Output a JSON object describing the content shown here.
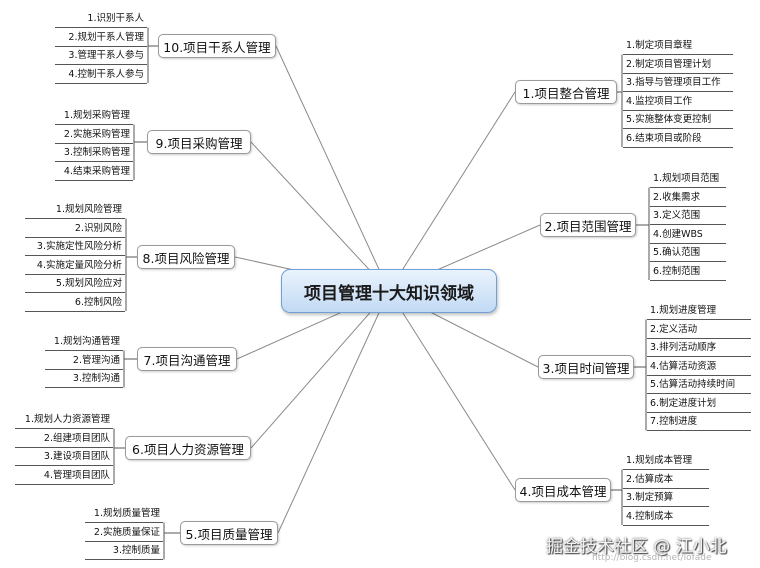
{
  "center_title": "项目管理十大知识领域",
  "areas": [
    {
      "title": "1.项目整合管理",
      "items": [
        "1.制定项目章程",
        "2.制定项目管理计划",
        "3.指导与管理项目工作",
        "4.监控项目工作",
        "5.实施整体变更控制",
        "6.结束项目或阶段"
      ]
    },
    {
      "title": "2.项目范围管理",
      "items": [
        "1.规划项目范围",
        "2.收集需求",
        "3.定义范围",
        "4.创建WBS",
        "5.确认范围",
        "6.控制范围"
      ]
    },
    {
      "title": "3.项目时间管理",
      "items": [
        "1.规划进度管理",
        "2.定义活动",
        "3.排列活动顺序",
        "4.估算活动资源",
        "5.估算活动持续时间",
        "6.制定进度计划",
        "7.控制进度"
      ]
    },
    {
      "title": "4.项目成本管理",
      "items": [
        "1.规划成本管理",
        "2.估算成本",
        "3.制定预算",
        "4.控制成本"
      ]
    },
    {
      "title": "5.项目质量管理",
      "items": [
        "1.规划质量管理",
        "2.实施质量保证",
        "3.控制质量"
      ]
    },
    {
      "title": "6.项目人力资源管理",
      "items": [
        "1.规划人力资源管理",
        "2.组建项目团队",
        "3.建设项目团队",
        "4.管理项目团队"
      ]
    },
    {
      "title": "7.项目沟通管理",
      "items": [
        "1.规划沟通管理",
        "2.管理沟通",
        "3.控制沟通"
      ]
    },
    {
      "title": "8.项目风险管理",
      "items": [
        "1.规划风险管理",
        "2.识别风险",
        "3.实施定性风险分析",
        "4.实施定量风险分析",
        "5.规划风险应对",
        "6.控制风险"
      ]
    },
    {
      "title": "9.项目采购管理",
      "items": [
        "1.规划采购管理",
        "2.实施采购管理",
        "3.控制采购管理",
        "4.结束采购管理"
      ]
    },
    {
      "title": "10.项目干系人管理",
      "items": [
        "1.识别干系人",
        "2.规划干系人管理",
        "3.管理干系人参与",
        "4.控制干系人参与"
      ]
    }
  ],
  "watermark": {
    "text": "掘金技术社区 @ 江小北",
    "url": "http://blog.csdn.net/lofade"
  }
}
